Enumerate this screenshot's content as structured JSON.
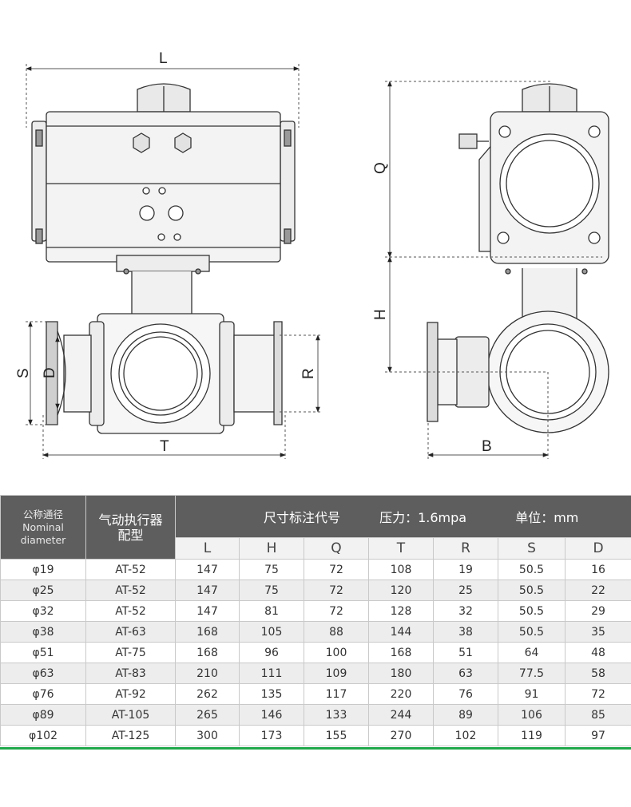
{
  "dimension_labels": {
    "L": "L",
    "T": "T",
    "S": "S",
    "D": "D",
    "R": "R",
    "Q": "Q",
    "H": "H",
    "B": "B"
  },
  "table": {
    "nominal_cn": "公称通径",
    "nominal_en_1": "Nominal",
    "nominal_en_2": "diameter",
    "actuator_1": "气动执行器",
    "actuator_2": "配型",
    "dim_code": "尺寸标注代号",
    "pressure": "压力：1.6mpa",
    "unit": "单位：mm",
    "columns": [
      "L",
      "H",
      "Q",
      "T",
      "R",
      "S",
      "D"
    ],
    "rows": [
      [
        "φ19",
        "AT-52",
        "147",
        "75",
        "72",
        "108",
        "19",
        "50.5",
        "16"
      ],
      [
        "φ25",
        "AT-52",
        "147",
        "75",
        "72",
        "120",
        "25",
        "50.5",
        "22"
      ],
      [
        "φ32",
        "AT-52",
        "147",
        "81",
        "72",
        "128",
        "32",
        "50.5",
        "29"
      ],
      [
        "φ38",
        "AT-63",
        "168",
        "105",
        "88",
        "144",
        "38",
        "50.5",
        "35"
      ],
      [
        "φ51",
        "AT-75",
        "168",
        "96",
        "100",
        "168",
        "51",
        "64",
        "48"
      ],
      [
        "φ63",
        "AT-83",
        "210",
        "111",
        "109",
        "180",
        "63",
        "77.5",
        "58"
      ],
      [
        "φ76",
        "AT-92",
        "262",
        "135",
        "117",
        "220",
        "76",
        "91",
        "72"
      ],
      [
        "φ89",
        "AT-105",
        "265",
        "146",
        "133",
        "244",
        "89",
        "106",
        "85"
      ],
      [
        "φ102",
        "AT-125",
        "300",
        "173",
        "155",
        "270",
        "102",
        "119",
        "97"
      ]
    ]
  },
  "colors": {
    "header_bg": "#5e5e5e",
    "accent_bar": "#1fa84a",
    "stripe": "#ededed",
    "line": "#333333"
  }
}
